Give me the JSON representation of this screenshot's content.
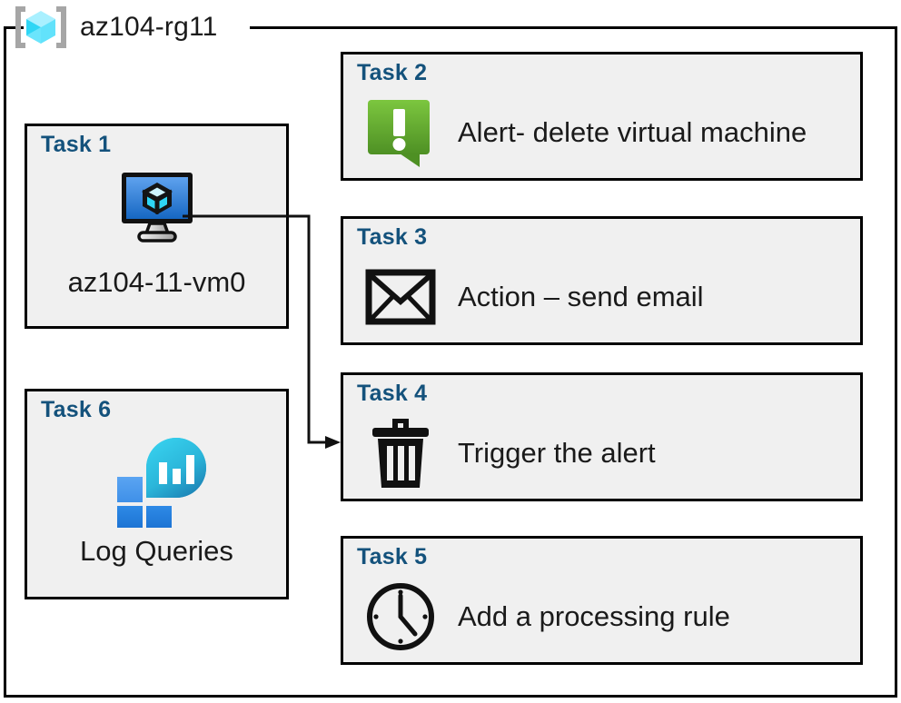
{
  "resource_group": {
    "name": "az104-rg11",
    "icon": "resource-group-cube-icon"
  },
  "colors": {
    "task_label": "#14527c",
    "card_fill": "#f0f0f0",
    "card_border": "#000000",
    "alert_green_light": "#7ac143",
    "alert_green_dark": "#4f9024",
    "vm_blue_light": "#5b9bea",
    "vm_blue_dark": "#1667c2",
    "log_cyan": "#32c8e6",
    "log_teal": "#1b86b8",
    "log_square_light": "#4f9bef",
    "log_square_dark": "#2681e0",
    "rg_cube_cyan": "#8ceaff",
    "rg_bracket_grey": "#a6a6a6"
  },
  "tasks": [
    {
      "id": "task1",
      "label": "Task 1",
      "caption": "az104-11-vm0",
      "icon": "virtual-machine-monitor-icon",
      "column": "left"
    },
    {
      "id": "task2",
      "label": "Task 2",
      "caption": "Alert- delete virtual machine",
      "icon": "alert-exclamation-bubble-icon",
      "column": "right"
    },
    {
      "id": "task3",
      "label": "Task 3",
      "caption": "Action – send email",
      "icon": "envelope-icon",
      "column": "right"
    },
    {
      "id": "task4",
      "label": "Task 4",
      "caption": "Trigger the alert",
      "icon": "trash-can-icon",
      "column": "right"
    },
    {
      "id": "task5",
      "label": "Task 5",
      "caption": "Add a processing rule",
      "icon": "clock-icon",
      "column": "right"
    },
    {
      "id": "task6",
      "label": "Task 6",
      "caption": "Log Queries",
      "icon": "log-analytics-icon",
      "column": "left"
    }
  ],
  "connector": {
    "name": "vm-to-task4-connector",
    "from": "task1-virtual-machine-icon",
    "to": "task4-card",
    "arrow": "arrowhead-right"
  }
}
